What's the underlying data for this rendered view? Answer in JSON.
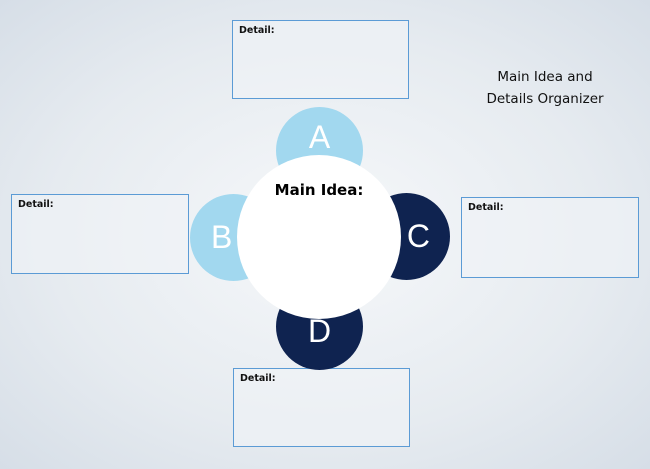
{
  "title_line1": "Main Idea and",
  "title_line2": "Details Organizer",
  "main_idea_label": "Main Idea:",
  "nodes": {
    "a": "A",
    "b": "B",
    "c": "C",
    "d": "D"
  },
  "details": {
    "top": "Detail:",
    "left": "Detail:",
    "right": "Detail:",
    "bottom": "Detail:"
  },
  "colors": {
    "light": "#a2d8ef",
    "dark": "#0f2350",
    "border": "#5b9bd5"
  }
}
